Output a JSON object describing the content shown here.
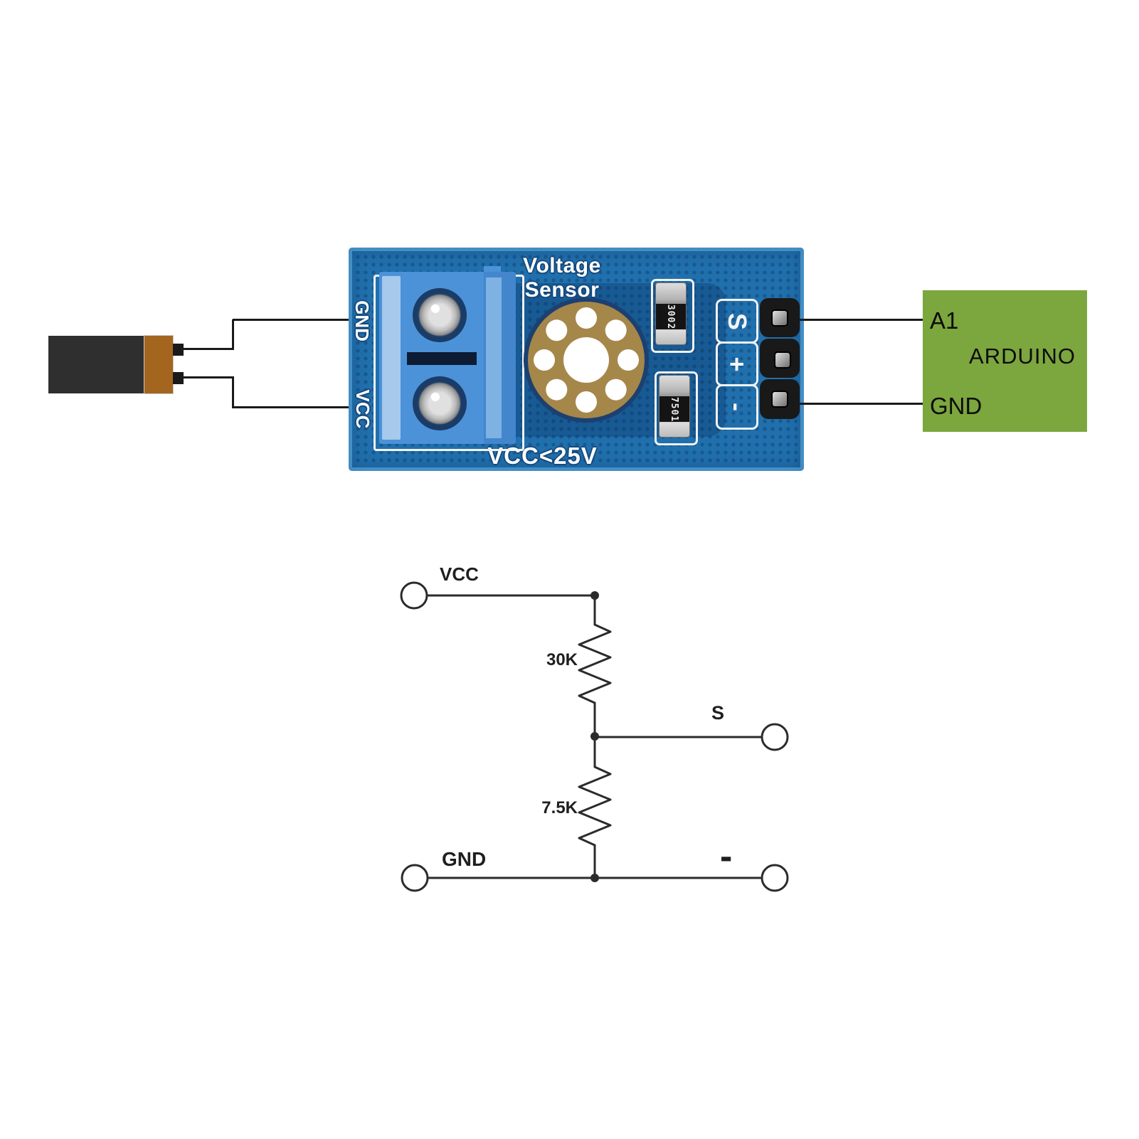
{
  "scene": {
    "background": "#ffffff"
  },
  "battery": {
    "body_color": "#2f2f2f",
    "cap_color": "#a4651e"
  },
  "module": {
    "title": "Voltage Sensor",
    "voltage_warning": "VCC<25V",
    "input_terminal_labels": {
      "gnd": "GND",
      "vcc": "VCC"
    },
    "header_pin_labels": [
      "S",
      "+",
      "-"
    ],
    "resistor_codes": [
      "3002",
      "7501"
    ],
    "colors": {
      "pcb_blue": "#2070ad",
      "terminal_blue": "#4b92d9",
      "pad_gold": "#a5874a",
      "silk_white": "#f2f2f2"
    }
  },
  "arduino": {
    "label": "ARDUINO",
    "analog_pin": "A1",
    "ground_pin": "GND",
    "color": "#7ca63e"
  },
  "schematic": {
    "terminals": {
      "vcc": "VCC",
      "signal": "S",
      "gnd": "GND",
      "negative": "-"
    },
    "resistors": {
      "upper": "30K",
      "lower": "7.5K"
    },
    "line_color": "#2b2b2b"
  },
  "connections": [
    "battery-top-terminal -> module GND",
    "battery-bottom-terminal -> module VCC",
    "module pin S -> arduino A1",
    "module pin - -> arduino GND"
  ]
}
